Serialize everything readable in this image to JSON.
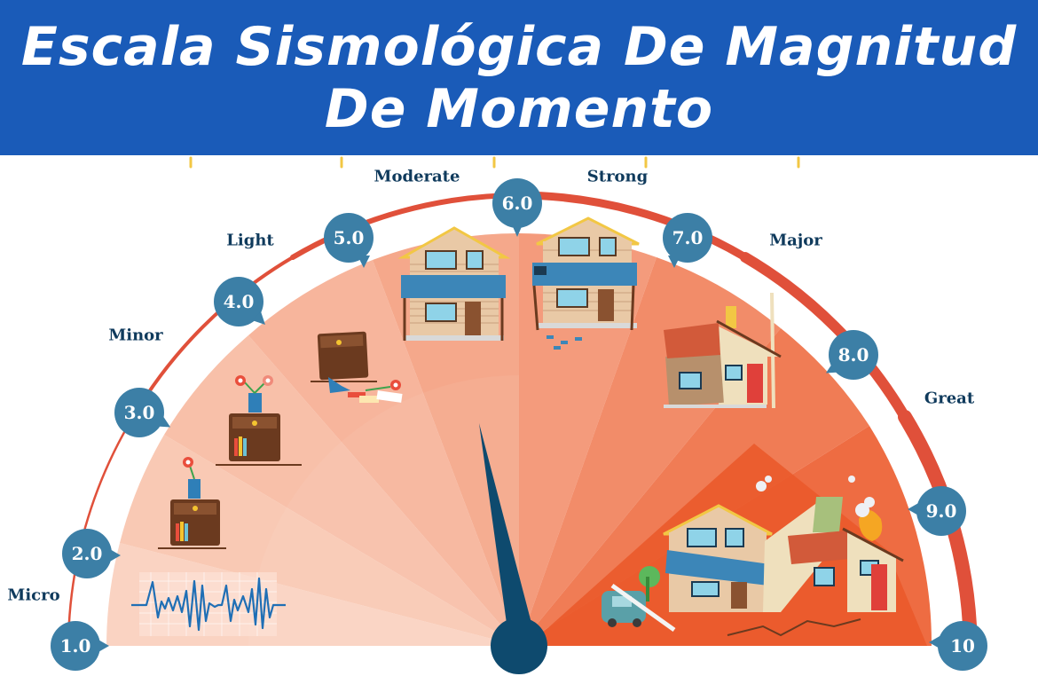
{
  "header": {
    "title_line1": "Escala Sismológica De Magnitud",
    "title_line2": "De Momento",
    "background": "#1a5bb8"
  },
  "gauge": {
    "categories": [
      "Micro",
      "Minor",
      "Light",
      "Moderate",
      "Strong",
      "Major",
      "Great"
    ],
    "markers": [
      "1.0",
      "2.0",
      "3.0",
      "4.0",
      "5.0",
      "6.0",
      "7.0",
      "8.0",
      "9.0",
      "10"
    ],
    "needle_value": 5.5,
    "colors": {
      "arc": "#e0503a",
      "bubble": "#3c7fa6",
      "needle": "#0e4a6e",
      "label": "#0f3a5c",
      "fan_light": "#f9cdb9",
      "fan_dark": "#ec5a2a"
    }
  },
  "labels": {
    "micro": "Micro",
    "minor": "Minor",
    "light": "Light",
    "moderate": "Moderate",
    "strong": "Strong",
    "major": "Major",
    "great": "Great"
  },
  "bubbles": {
    "m1": "1.0",
    "m2": "2.0",
    "m3": "3.0",
    "m4": "4.0",
    "m5": "5.0",
    "m6": "6.0",
    "m7": "7.0",
    "m8": "8.0",
    "m9": "9.0",
    "m10": "10"
  },
  "illustrations": {
    "micro": "seismograph-wave",
    "minor": "nightstand-with-flower",
    "light": "shaking-nightstand",
    "moderate": "toppled-nightstand",
    "strong_left": "house-minor-damage",
    "strong_right": "house-tiles-falling",
    "major": "partially-collapsed-house",
    "great": "destroyed-houses-fire"
  }
}
